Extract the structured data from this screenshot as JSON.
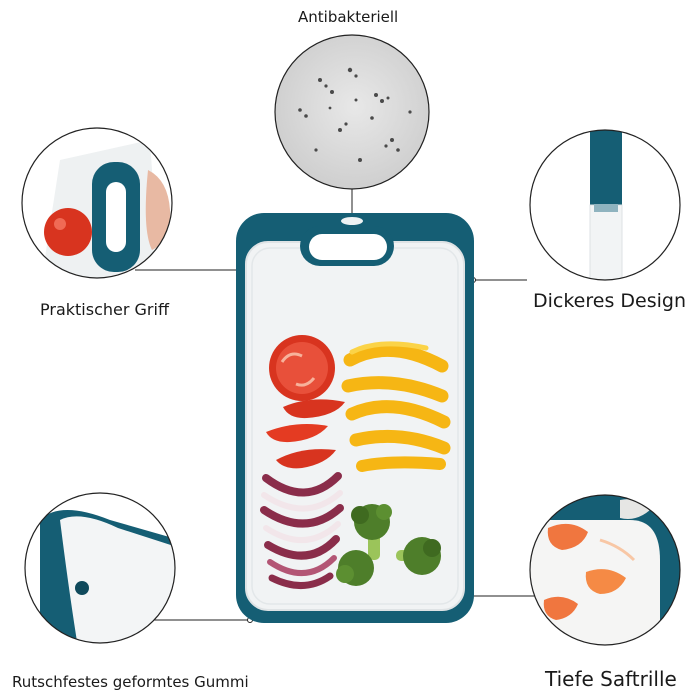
{
  "labels": {
    "top": "Antibakteriell",
    "grip": "Praktischer Griff",
    "thicker": "Dickeres Design",
    "rubber": "Rutschfestes geformtes Gummi",
    "groove": "Tiefe Saftrille"
  },
  "colors": {
    "teal": "#155e74",
    "board": "#f1f3f4",
    "tomato": "#d8341f",
    "pepper": "#f6b614",
    "onion": "#8a2d4a",
    "broccoli": "#4e7e2a"
  }
}
